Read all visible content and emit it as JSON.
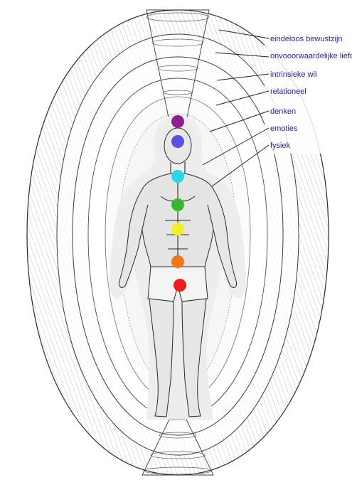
{
  "layers": [
    {
      "label": "eindeloos bewustzijn"
    },
    {
      "label": "onvooorwaardelijke liefde"
    },
    {
      "label": "intrinsieke wil"
    },
    {
      "label": "relationeel"
    },
    {
      "label": "denken"
    },
    {
      "label": "emoties"
    },
    {
      "label": "fysiek"
    }
  ],
  "chakras": [
    {
      "color": "#8b1f8f"
    },
    {
      "color": "#5a4fe0"
    },
    {
      "color": "#2bd6e6"
    },
    {
      "color": "#35b82c"
    },
    {
      "color": "#f2ee2a"
    },
    {
      "color": "#f0751e"
    },
    {
      "color": "#ee1c1c"
    }
  ],
  "colors": {
    "label_text": "#2323a8",
    "line": "#222222",
    "hatch": "#8a8a8a"
  }
}
